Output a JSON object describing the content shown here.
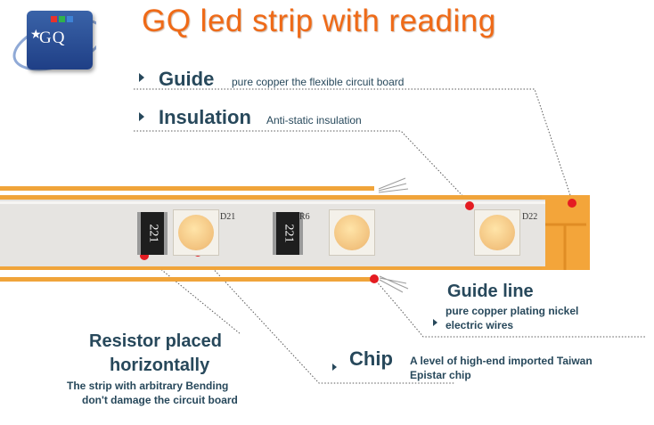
{
  "logo": {
    "text": "GQ",
    "colors": [
      "#e8322c",
      "#2fb24a",
      "#3d82d6"
    ]
  },
  "title": "GQ led strip with reading",
  "callouts": {
    "guide": {
      "heading": "Guide",
      "text": "pure copper the flexible circuit board"
    },
    "insulation": {
      "heading": "Insulation",
      "text": "Anti-static insulation"
    },
    "guide_line": {
      "heading": "Guide line",
      "text_line1": "pure copper plating nickel",
      "text_line2": "electric wires"
    },
    "chip": {
      "heading": "Chip",
      "text_line1": "A level of high-end imported Taiwan",
      "text_line2": "Epistar chip"
    },
    "resistor": {
      "heading_line1": "Resistor placed",
      "heading_line2": "horizontally",
      "text_line1": "The strip with arbitrary Bending",
      "text_line2": "don't damage the circuit board"
    }
  },
  "strip": {
    "resistor1": "221",
    "resistor2": "221",
    "label_d21": "D21",
    "label_r6": "R6",
    "label_d22": "D22",
    "colors": {
      "pcb": "#f0a43a",
      "insulation": "#e6e4e1",
      "led": "#f2c27e",
      "callout_dot": "#e41c22"
    }
  }
}
